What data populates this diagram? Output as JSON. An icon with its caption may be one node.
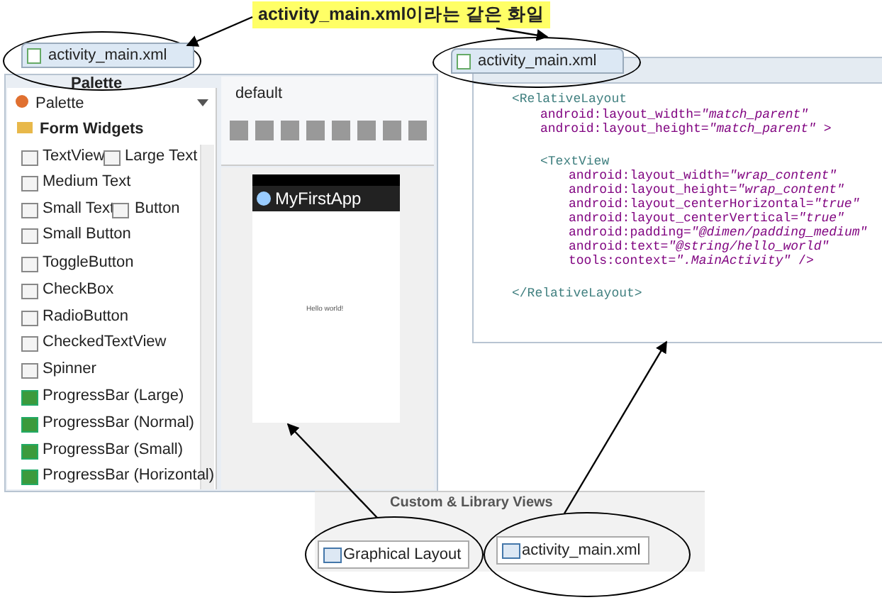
{
  "diagram": {
    "nodes": [
      {
        "text": [
          "activity_main.xml이라는 같은 화일"
        ]
      },
      {
        "text": [
          "activity_main.xml"
        ]
      },
      {
        "text": [
          "activity_main.xml"
        ]
      },
      {
        "text": [
          "MyFirstApp",
          "Hello world!"
        ]
      },
      {
        "text": [
          "<RelativeLayout",
          "android:layout_width=*\"match_parent\"*",
          "android:layout_height=*\"match_parent\"* >",
          "<TextView",
          "android:layout_width=*\"wrap_content\"*",
          "android:layout_height=*\"wrap_content\"*",
          "android:layout_centerHorizontal=*\"true\"*",
          "android:layout_centerVertical=*\"true\"*",
          "android:padding=*\"@dimen/padding_medium\"*",
          "android:text=*\"@string/hello_world\"*",
          "tools:context=*\".MainActivity\"* />",
          "</RelativeLayout>"
        ]
      },
      {
        "text": [
          "Graphical Layout"
        ]
      },
      {
        "text": [
          "activity_main.xml"
        ]
      }
    ],
    "edges": [
      {
        "from": 0,
        "to": 1,
        "arrow": "to"
      },
      {
        "from": 0,
        "to": 2,
        "arrow": "to"
      },
      {
        "from": 5,
        "to": 3,
        "arrow": "to"
      },
      {
        "from": 6,
        "to": 4,
        "arrow": "to"
      }
    ],
    "labels": [
      "Palette",
      "Palette",
      "Form Widgets",
      "TextView",
      "Large Text",
      "Medium Text",
      "Small Text",
      "Button",
      "Small Button",
      "ToggleButton",
      "CheckBox",
      "RadioButton",
      "CheckedTextView",
      "Spinner",
      "ProgressBar (Large)",
      "ProgressBar (Normal)",
      "ProgressBar (Small)",
      "ProgressBar (Horizontal)",
      "default",
      "Custom & Library Views"
    ]
  }
}
